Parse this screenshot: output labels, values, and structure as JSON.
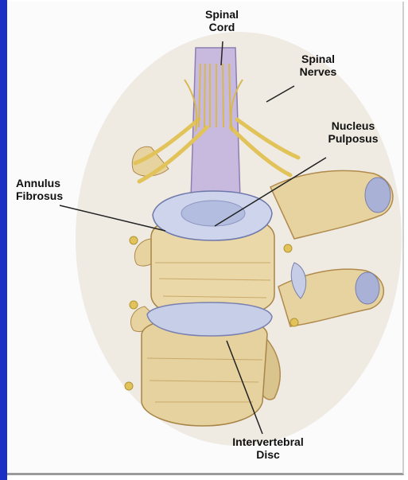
{
  "labels": {
    "spinal_cord": "Spinal\nCord",
    "spinal_nerves": "Spinal\nNerves",
    "nucleus_pulposus": "Nucleus\nPulposus",
    "annulus_fibrosus": "Annulus\nFibrosus",
    "intervertebral_disc": "Intervertebral\nDisc"
  },
  "colors": {
    "left_bar": "#1a2fc4",
    "bone": "#e9d7a6",
    "bone_shadow": "#c9a96a",
    "disc": "#c6cde6",
    "cord": "#c4b4dc",
    "nerve": "#e4c75e",
    "background_haze": "#eeeae2"
  }
}
